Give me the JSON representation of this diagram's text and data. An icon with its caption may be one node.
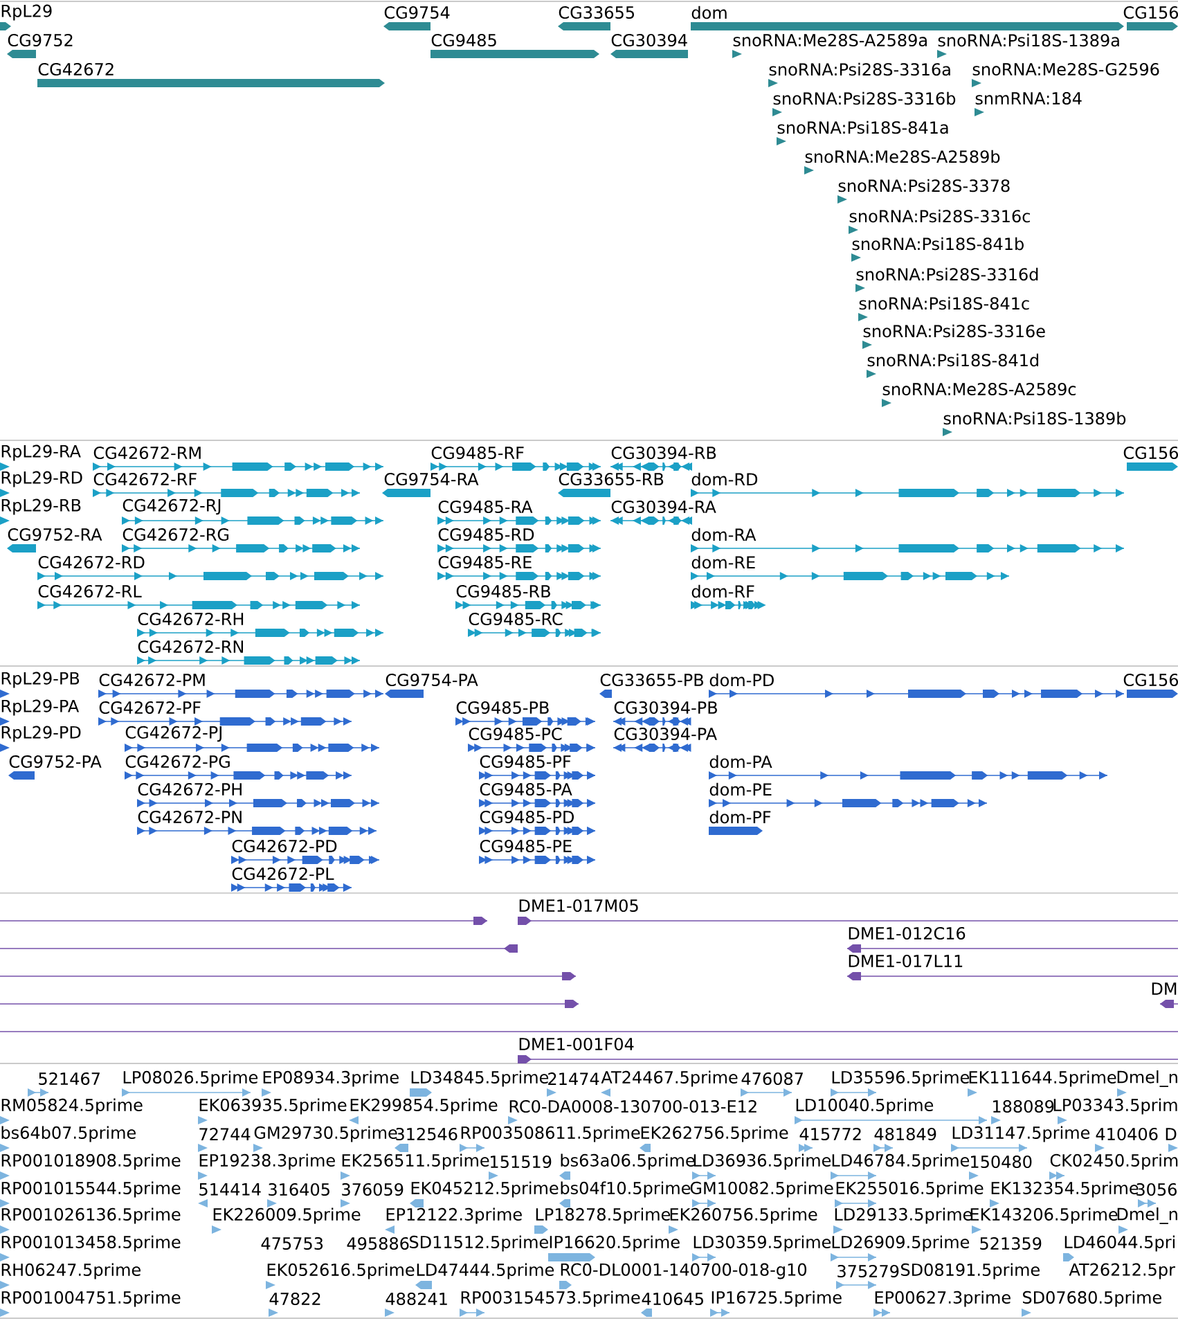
{
  "diagram": {
    "labels": [
      "RpL29",
      "CG9754",
      "CG33655",
      "dom",
      "CG156",
      "CG9752",
      "CG9485",
      "CG30394",
      "snoRNA:Me28S-A2589a",
      "snoRNA:Psi18S-1389a",
      "CG42672",
      "snoRNA:Psi28S-3316a",
      "snoRNA:Me28S-G2596",
      "snoRNA:Psi28S-3316b",
      "snmRNA:184",
      "snoRNA:Psi18S-841a",
      "snoRNA:Me28S-A2589b",
      "snoRNA:Psi28S-3378",
      "snoRNA:Psi28S-3316c",
      "snoRNA:Psi18S-841b",
      "snoRNA:Psi28S-3316d",
      "snoRNA:Psi18S-841c",
      "snoRNA:Psi28S-3316e",
      "snoRNA:Psi18S-841d",
      "snoRNA:Me28S-A2589c",
      "snoRNA:Psi18S-1389b",
      "RpL29-RA",
      "CG42672-RM",
      "CG9485-RF",
      "CG30394-RB",
      "CG156",
      "RpL29-RD",
      "CG42672-RF",
      "CG9754-RA",
      "CG33655-RB",
      "dom-RD",
      "RpL29-RB",
      "CG42672-RJ",
      "CG9485-RA",
      "CG30394-RA",
      "CG9752-RA",
      "CG42672-RG",
      "CG9485-RD",
      "dom-RA",
      "CG42672-RD",
      "CG9485-RE",
      "dom-RE",
      "CG42672-RL",
      "CG9485-RB",
      "dom-RF",
      "CG42672-RH",
      "CG9485-RC",
      "CG42672-RN",
      "RpL29-PB",
      "CG42672-PM",
      "CG9754-PA",
      "CG33655-PB",
      "dom-PD",
      "CG156",
      "RpL29-PA",
      "CG42672-PF",
      "CG9485-PB",
      "CG30394-PB",
      "RpL29-PD",
      "CG42672-PJ",
      "CG9485-PC",
      "CG30394-PA",
      "CG9752-PA",
      "CG42672-PG",
      "CG9485-PF",
      "dom-PA",
      "CG42672-PH",
      "CG9485-PA",
      "dom-PE",
      "CG42672-PN",
      "CG9485-PD",
      "dom-PF",
      "CG42672-PD",
      "CG9485-PE",
      "CG42672-PL",
      "DME1-017M05",
      "DME1-012C16",
      "DME1-017L11",
      "DM",
      "DME1-001F04",
      "521467",
      "LP08026.5prime",
      "EP08934.3prime",
      "LD34845.5prime",
      "21474",
      "AT24467.5prime",
      "476087",
      "LD35596.5prime",
      "EK111644.5prime",
      "Dmel_n",
      "RM05824.5prime",
      "EK063935.5prime",
      "EK299854.5prime",
      "RC0-DA0008-130700-013-E12",
      "LD10040.5prime",
      "188089",
      "LP03343.5prim",
      "bs64b07.5prime",
      "72744",
      "GM29730.5prime",
      "312546",
      "RP003508611.5prime",
      "EK262756.5prime",
      "415772",
      "481849",
      "LD31147.5prime",
      "410406",
      "D",
      "RP001018908.5prime",
      "EP19238.3prime",
      "EK256511.5prime",
      "151519",
      "bs63a06.5prime",
      "LD36936.5prime",
      "LD46784.5prime",
      "150480",
      "CK02450.5prim",
      "RP001015544.5prime",
      "514414",
      "316405",
      "376059",
      "EK045212.5prime",
      "bs04f10.5prime",
      "GM10082.5prime",
      "EK255016.5prime",
      "EK132354.5prime",
      "3056",
      "RP001026136.5prime",
      "EK226009.5prime",
      "EP12122.3prime",
      "LP18278.5prime",
      "EK260756.5prime",
      "LD29133.5prime",
      "EK143206.5prime",
      "Dmel_n",
      "RP001013458.5prime",
      "475753",
      "495886",
      "SD11512.5prime",
      "IP16620.5prime",
      "LD30359.5prime",
      "LD26909.5prime",
      "521359",
      "LD46044.5pri",
      "RH06247.5prime",
      "EK052616.5prime",
      "LD47444.5prime",
      "RC0-DL0001-140700-018-g10",
      "375279",
      "SD08191.5prime",
      "AT26212.5pr",
      "RP001004751.5prime",
      "47822",
      "488241",
      "RP003154573.5prime",
      "410645",
      "IP16725.5prime",
      "EP00627.3prime",
      "SD07680.5prime"
    ]
  }
}
